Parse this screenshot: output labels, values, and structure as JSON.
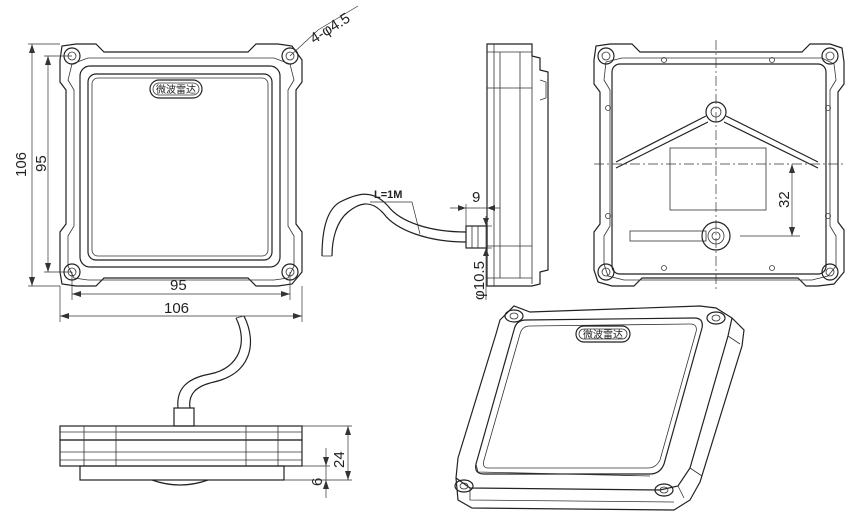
{
  "front_view": {
    "badge_text": "微波雷达",
    "hole_callout": "4-φ4.5",
    "dim_height_outer": "106",
    "dim_height_inner": "95",
    "dim_width_inner": "95",
    "dim_width_outer": "106"
  },
  "side_view": {
    "cable_length": "L=1M",
    "connector_length": "9",
    "connector_diameter": "φ10.5"
  },
  "back_view": {
    "offset_dim": "32"
  },
  "bottom_view": {
    "dim_total_height": "24",
    "dim_base_height": "6"
  },
  "iso_view": {
    "badge_text": "微波雷达"
  }
}
